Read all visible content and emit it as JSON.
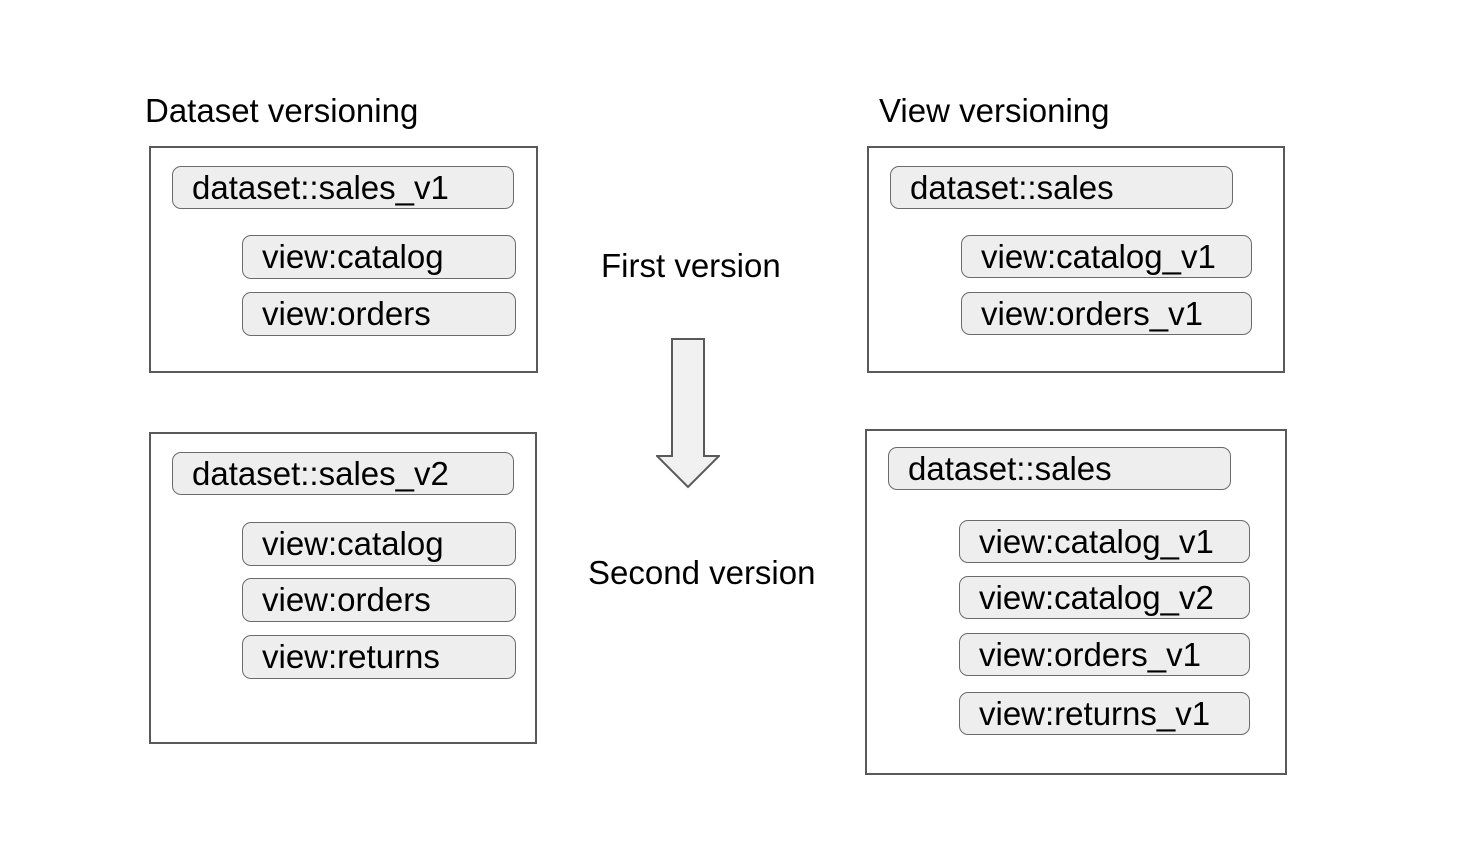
{
  "colors": {
    "background": "#ffffff",
    "text": "#000000",
    "box_fill": "#ffffff",
    "box_border": "#595959",
    "pill_fill": "#eeeeee",
    "pill_border": "#6b6b6b",
    "arrow_fill": "#f1f1f1",
    "arrow_border": "#595959"
  },
  "panels": {
    "dataset_versioning": {
      "heading": "Dataset versioning",
      "first_version_box": {
        "dataset_pill": "dataset::sales_v1",
        "view_pills": [
          "view:catalog",
          "view:orders"
        ]
      },
      "second_version_box": {
        "dataset_pill": "dataset::sales_v2",
        "view_pills": [
          "view:catalog",
          "view:orders",
          "view:returns"
        ]
      }
    },
    "view_versioning": {
      "heading": "View versioning",
      "first_version_box": {
        "dataset_pill": "dataset::sales",
        "view_pills": [
          "view:catalog_v1",
          "view:orders_v1"
        ]
      },
      "second_version_box": {
        "dataset_pill": "dataset::sales",
        "view_pills": [
          "view:catalog_v1",
          "view:catalog_v2",
          "view:orders_v1",
          "view:returns_v1"
        ]
      }
    }
  },
  "center": {
    "first_version_label": "First version",
    "second_version_label": "Second version",
    "arrow_icon": "down-arrow"
  }
}
